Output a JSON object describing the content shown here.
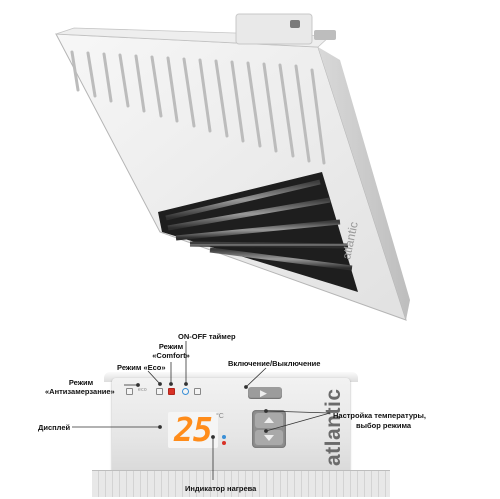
{
  "brand": "atlantic",
  "panel": {
    "display_value": "25",
    "eco_text": "eco",
    "degree_symbol": "°C",
    "onoff_symbol": "▶"
  },
  "labels": {
    "onoff_timer": "ON-OFF таймер",
    "comfort_line1": "Режим",
    "comfort_line2": "«Comfort»",
    "eco_mode": "Режим «Eco»",
    "antifreeze_line1": "Режим",
    "antifreeze_line2": "«Антизамерзание»",
    "power": "Включение/Выключение",
    "display": "Дисплей",
    "temp_line1": "Настройка температуры,",
    "temp_line2": "выбор режима",
    "heat_indicator": "Индикатор нагрева"
  },
  "colors": {
    "display_digits": "#ff8c1a",
    "active_mode": "#d83226",
    "timer_icon": "#3a8fd6"
  }
}
